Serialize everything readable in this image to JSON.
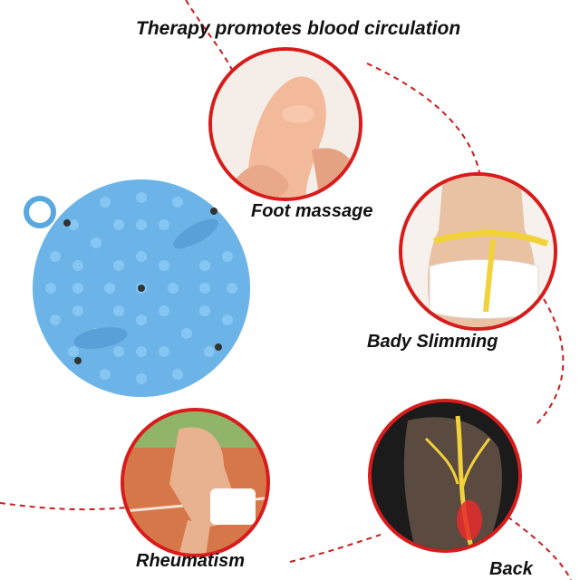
{
  "title": "Therapy promotes blood circulation",
  "labels": {
    "foot_massage": "Foot massage",
    "body_slimming": "Bady Slimming",
    "rheumatism": "Rheumatism",
    "back": "Back"
  },
  "icons": [
    "massage-mat-icon",
    "foot-photo",
    "waist-measure-photo",
    "knee-photo",
    "back-spine-photo"
  ],
  "colors": {
    "accent_red": "#d81b1b",
    "mat_blue": "#6cb4e8",
    "nub_blue": "#86c6f2"
  }
}
